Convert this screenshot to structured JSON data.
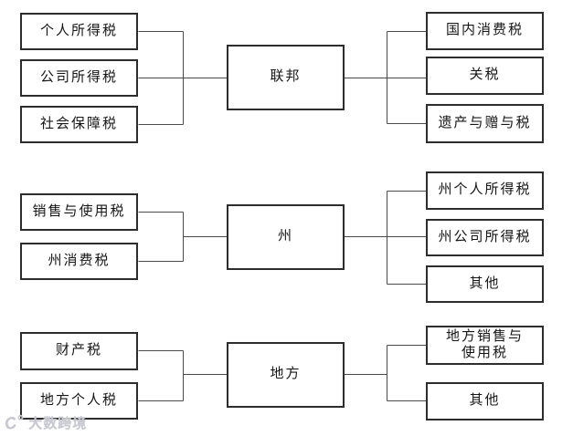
{
  "diagram": {
    "groups": [
      {
        "center": "联邦",
        "left": [
          "个人所得税",
          "公司所得税",
          "社会保障税"
        ],
        "right": [
          "国内消费税",
          "关税",
          "遗产与赠与税"
        ]
      },
      {
        "center": "州",
        "left": [
          "销售与使用税",
          "州消费税"
        ],
        "right": [
          "州个人所得税",
          "州公司所得税",
          "其他"
        ]
      },
      {
        "center": "地方",
        "left": [
          "财产税",
          "地方个人税"
        ],
        "right": [
          "地方销售与\n使用税",
          "其他"
        ]
      }
    ]
  },
  "watermark": {
    "logo_glyph": "C°",
    "text": "大数跨境"
  },
  "colors": {
    "background": "#ffffff",
    "box_border": "#2d2d2d",
    "connector_line": "#4a4a4a",
    "text": "#161616",
    "watermark": "#c7c7d0"
  }
}
